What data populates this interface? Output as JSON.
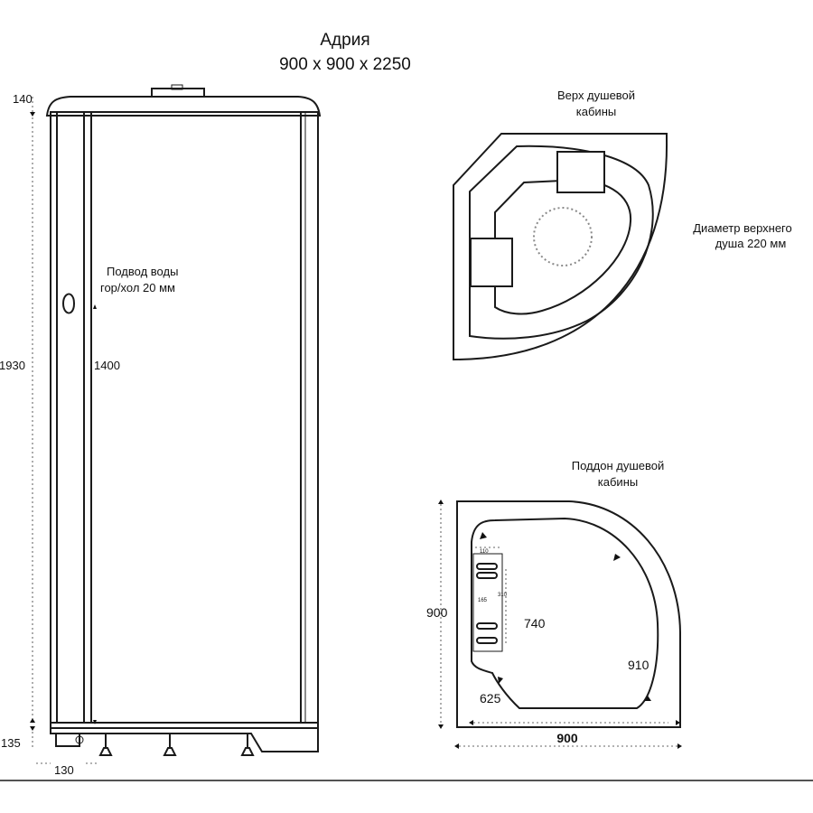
{
  "header": {
    "model": "Адрия",
    "size": "900 x 900 x 2250"
  },
  "side_view": {
    "dim_top": "140",
    "dim_height": "1930",
    "water_label_line1": "Подвод воды",
    "water_label_line2": "гор/хол 20 мм",
    "dim_water": "1400",
    "dim_bottom": "135",
    "dim_base_width": "130"
  },
  "top_view": {
    "title_line1": "Верх душевой",
    "title_line2": "кабины",
    "shower_label_line1": "Диаметр верхнего",
    "shower_label_line2": "душа 220 мм"
  },
  "tray_view": {
    "title_line1": "Поддон душевой",
    "title_line2": "кабины",
    "dim_left": "900",
    "dim_bottom": "900",
    "dim_diagonal": "740",
    "dim_radius": "910",
    "dim_front": "625",
    "dim_small_1": "110",
    "dim_small_2": "165",
    "dim_small_3": "310"
  },
  "colors": {
    "line": "#1a1a1a",
    "background": "#ffffff"
  }
}
